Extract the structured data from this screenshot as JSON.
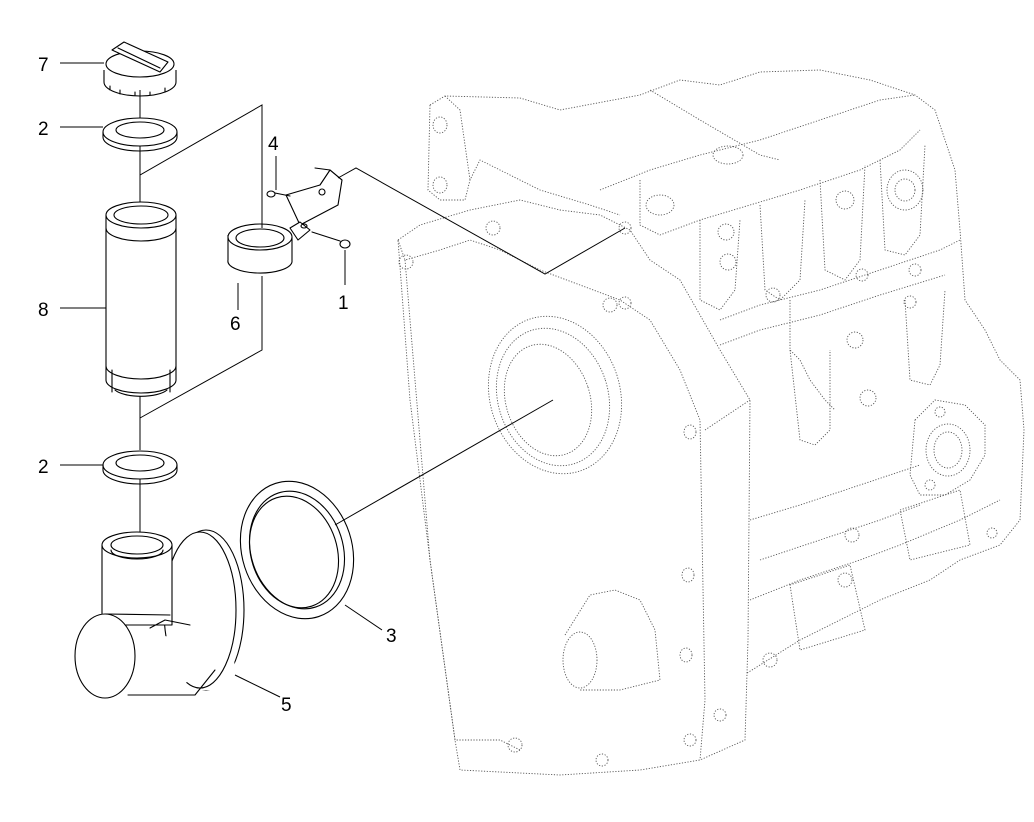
{
  "callouts": [
    {
      "id": "1",
      "label": "1"
    },
    {
      "id": "2a",
      "label": "2"
    },
    {
      "id": "2b",
      "label": "2"
    },
    {
      "id": "3",
      "label": "3"
    },
    {
      "id": "4",
      "label": "4"
    },
    {
      "id": "5",
      "label": "5"
    },
    {
      "id": "6",
      "label": "6"
    },
    {
      "id": "7",
      "label": "7"
    },
    {
      "id": "8",
      "label": "8"
    }
  ]
}
